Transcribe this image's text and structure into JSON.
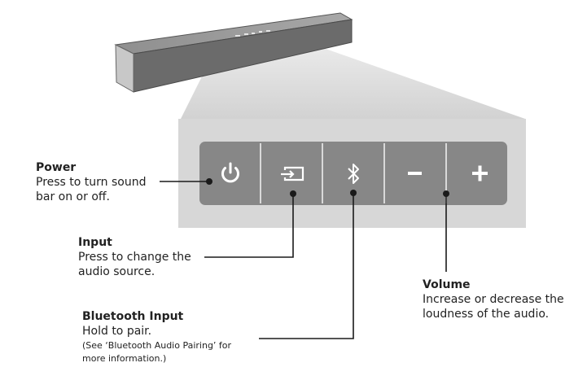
{
  "callouts": {
    "power": {
      "title": "Power",
      "desc_line1": "Press to turn sound",
      "desc_line2": "bar on or off."
    },
    "input": {
      "title": "Input",
      "desc_line1": "Press to change the",
      "desc_line2": "audio source."
    },
    "bluetooth": {
      "title": "Bluetooth Input",
      "desc": "Hold to pair.",
      "note_line1": "(See ‘Bluetooth Audio Pairing’ for",
      "note_line2": "more information.)"
    },
    "volume": {
      "title": "Volume",
      "desc_line1": "Increase or decrease the",
      "desc_line2": "loudness of the audio."
    }
  },
  "buttons": [
    {
      "id": "power",
      "icon": "power-icon"
    },
    {
      "id": "input",
      "icon": "input-source-icon"
    },
    {
      "id": "bluetooth",
      "icon": "bluetooth-icon"
    },
    {
      "id": "volume-down",
      "icon": "minus-icon"
    },
    {
      "id": "volume-up",
      "icon": "plus-icon"
    }
  ],
  "colors": {
    "panel": "#d7d7d7",
    "button": "#8a8a8a",
    "bar_top": "#9b9b9b",
    "bar_front": "#6e6e6e",
    "line": "#1a1a1a"
  }
}
